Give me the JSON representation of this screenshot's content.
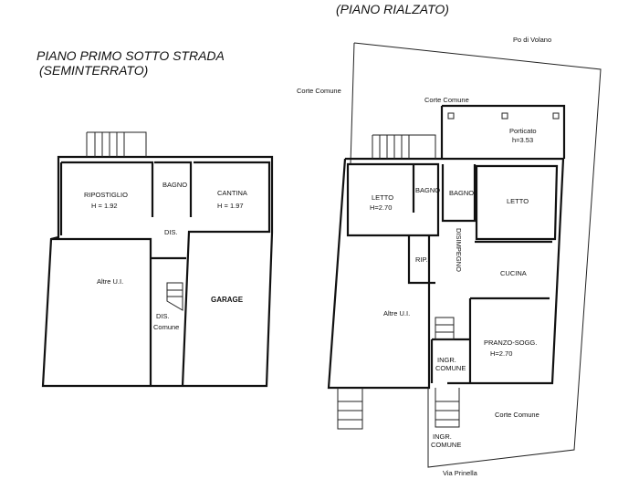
{
  "titles": {
    "upper_floor": "(PIANO RIALZATO)",
    "lower_floor_line1": "PIANO PRIMO SOTTO STRADA",
    "lower_floor_line2": "(SEMINTERRATO)"
  },
  "lower_plan": {
    "ripostiglio": "RIPOSTIGLIO",
    "ripostiglio_h": "H = 1.92",
    "bagno": "BAGNO",
    "cantina": "CANTINA",
    "cantina_h": "H = 1.97",
    "dis": "DIS.",
    "altre": "Altre U.I.",
    "dis_comune_1": "DIS.",
    "dis_comune_2": "Comune",
    "garage": "GARAGE"
  },
  "upper_plan": {
    "po_di_volano": "Po di Volano",
    "corte_comune_top": "Corte Comune",
    "corte_comune_left": "Corte Comune",
    "porticato": "Porticato",
    "porticato_h": "h=3.53",
    "letto_left": "LETTO",
    "letto_left_h": "H=2.70",
    "bagno_small": "BAGNO",
    "bagno": "BAGNO",
    "letto_right": "LETTO",
    "rip": "RIP.",
    "disimpegno": "DISIMPEGNO",
    "cucina": "CUCINA",
    "altre": "Altre U.I.",
    "pranzo": "PRANZO-SOGG.",
    "pranzo_h": "H=2.70",
    "ingr_1": "INGR.",
    "ingr_2": "COMUNE",
    "corte_comune_bottom": "Corte Comune",
    "ingr2_1": "INGR.",
    "ingr2_2": "COMUNE",
    "via_prinella": "Via Prinella"
  }
}
